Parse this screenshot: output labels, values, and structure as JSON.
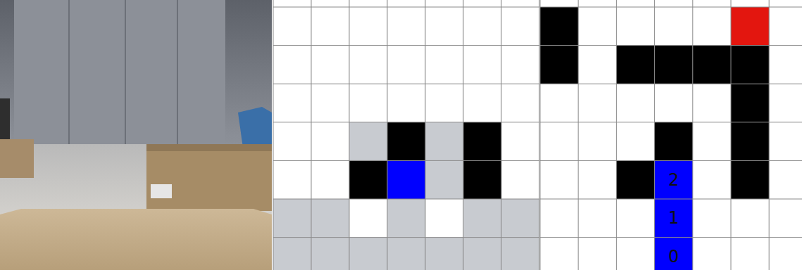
{
  "diagram": {
    "labels": [
      "2",
      "1",
      "0"
    ]
  }
}
